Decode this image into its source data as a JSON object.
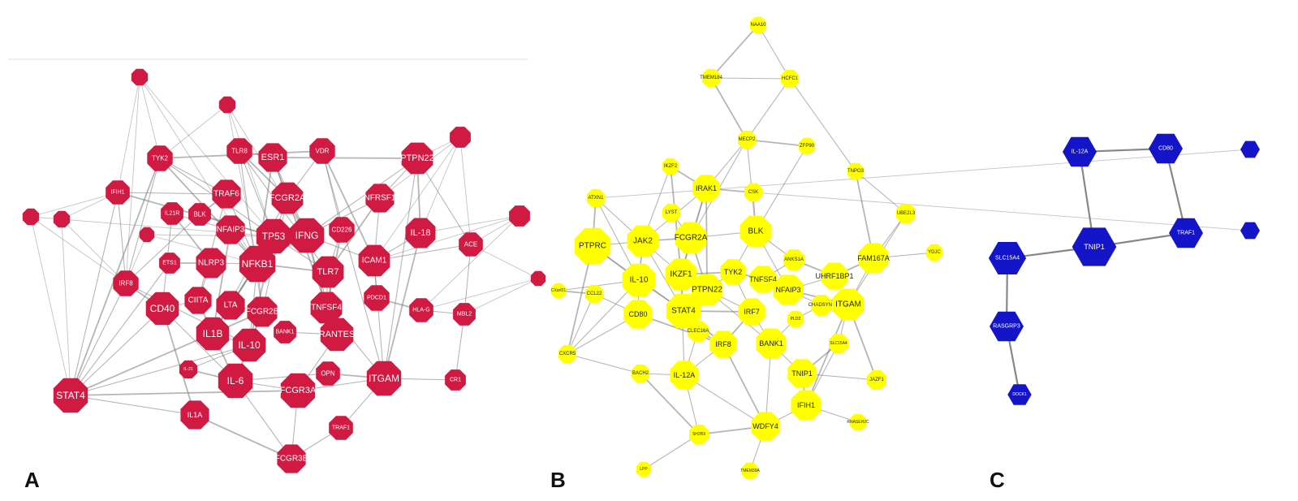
{
  "colors": {
    "panel_a_node": "#d01a42",
    "panel_a_text": "#ffffff",
    "panel_b_node": "#ffff00",
    "panel_b_text": "#222222",
    "panel_c_node": "#1414c8",
    "panel_c_text": "#ffffff",
    "edge": "#7a7a7a"
  },
  "panels": [
    {
      "label": "A",
      "shape": "octagon",
      "nodes": [
        "TYK2",
        "TLR8",
        "ESR1",
        "VDR",
        "PTPN22",
        "IFIH1",
        "TRAF6",
        "FCGR2A",
        "NFRSF1",
        "IL21R",
        "BLK",
        "NFAIP3",
        "TP53",
        "IFNG",
        "CD226",
        "IL-18",
        "ACE",
        "ETS1",
        "NLRP3",
        "NFKB1",
        "TLR7",
        "ICAM1",
        "IRF8",
        "CIITA",
        "LTA",
        "FCGR2B",
        "TNFSF4",
        "PDCD1",
        "HLA-G",
        "CD40",
        "MBL2",
        "IL1B",
        "BANK1",
        "RANTES",
        "IL-10",
        "IL-6",
        "OPN",
        "ITGAM",
        "CR1",
        "STAT4",
        "FCGR3A",
        "IL1A",
        "TRAF1",
        "FCGR3B",
        "IL-21"
      ]
    },
    {
      "label": "B",
      "shape": "octagon",
      "nodes": [
        "NAA10",
        "TMEM184",
        "HCFC1",
        "MECP2",
        "ZFP90",
        "IKZF2",
        "TNPO3",
        "IRAK1",
        "CSK",
        "ATXN1",
        "LYST",
        "UBE2L3",
        "JAK2",
        "FCGR2A",
        "BLK",
        "PTPRC",
        "FAM167A",
        "YDJC",
        "ANKS1A",
        "IKZF1",
        "TYK2",
        "UHRF1BP1",
        "IL-10",
        "TNFSF4",
        "CXorf21",
        "PTPN22",
        "NFAIP3",
        "CCL22",
        "STAT4",
        "IRF7",
        "CD80",
        "CHADSYN1",
        "ITGAM",
        "CLEC16A",
        "PLD2",
        "BANK1",
        "SLC15A4",
        "IRF8",
        "CXCR5",
        "TNIP1",
        "BACH2",
        "IL-12A",
        "JAZF1",
        "IFIH1",
        "WDFY4",
        "RNASEH2C",
        "SH2B3",
        "TMEM39A",
        "LPP"
      ]
    },
    {
      "label": "C",
      "shape": "hexagon",
      "nodes": [
        "IL-12A",
        "CD80",
        "TNIP1",
        "TRAF1",
        "SLC15A4",
        "RASGRP3",
        "DOCK1"
      ]
    }
  ]
}
